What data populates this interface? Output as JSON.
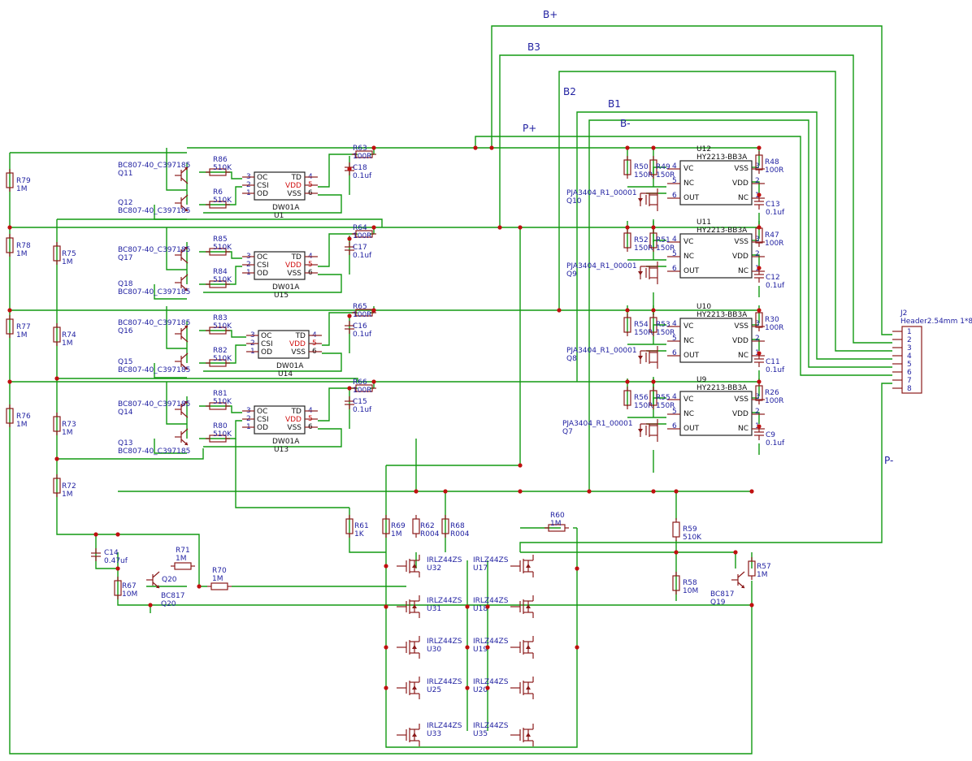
{
  "nets": [
    {
      "id": "bplus",
      "label": "B+"
    },
    {
      "id": "b3",
      "label": "B3"
    },
    {
      "id": "b2",
      "label": "B2"
    },
    {
      "id": "b1",
      "label": "B1"
    },
    {
      "id": "bminus",
      "label": "B-"
    },
    {
      "id": "pplus",
      "label": "P+"
    },
    {
      "id": "pminus",
      "label": "P-"
    }
  ],
  "resistors": [
    {
      "ref": "R79",
      "val": "1M"
    },
    {
      "ref": "R78",
      "val": "1M"
    },
    {
      "ref": "R77",
      "val": "1M"
    },
    {
      "ref": "R76",
      "val": "1M"
    },
    {
      "ref": "R75",
      "val": "1M"
    },
    {
      "ref": "R74",
      "val": "1M"
    },
    {
      "ref": "R73",
      "val": "1M"
    },
    {
      "ref": "R72",
      "val": "1M"
    },
    {
      "ref": "R86",
      "val": "510K"
    },
    {
      "ref": "R6",
      "val": "510K"
    },
    {
      "ref": "R85",
      "val": "510K"
    },
    {
      "ref": "R84",
      "val": "510K"
    },
    {
      "ref": "R83",
      "val": "510K"
    },
    {
      "ref": "R82",
      "val": "510K"
    },
    {
      "ref": "R81",
      "val": "510K"
    },
    {
      "ref": "R80",
      "val": "510K"
    },
    {
      "ref": "R63",
      "val": "100R"
    },
    {
      "ref": "R64",
      "val": "100R"
    },
    {
      "ref": "R65",
      "val": "100R"
    },
    {
      "ref": "R66",
      "val": "100R"
    },
    {
      "ref": "R50",
      "val": "150R"
    },
    {
      "ref": "R49",
      "val": "150R"
    },
    {
      "ref": "R52",
      "val": "150R"
    },
    {
      "ref": "R51",
      "val": "150R"
    },
    {
      "ref": "R54",
      "val": "150R"
    },
    {
      "ref": "R53",
      "val": "150R"
    },
    {
      "ref": "R56",
      "val": "150R"
    },
    {
      "ref": "R55",
      "val": "150R"
    },
    {
      "ref": "R48",
      "val": "100R"
    },
    {
      "ref": "R47",
      "val": "100R"
    },
    {
      "ref": "R30",
      "val": "100R"
    },
    {
      "ref": "R26",
      "val": "100R"
    },
    {
      "ref": "R61",
      "val": "1K"
    },
    {
      "ref": "R69",
      "val": "1M"
    },
    {
      "ref": "R62",
      "val": "R004"
    },
    {
      "ref": "R68",
      "val": "R004"
    },
    {
      "ref": "R60",
      "val": "1M"
    },
    {
      "ref": "R59",
      "val": "510K"
    },
    {
      "ref": "R58",
      "val": "10M"
    },
    {
      "ref": "R57",
      "val": "1M"
    },
    {
      "ref": "R71",
      "val": "1M"
    },
    {
      "ref": "R70",
      "val": "1M"
    },
    {
      "ref": "R67",
      "val": "10M"
    }
  ],
  "capacitors": [
    {
      "ref": "C18",
      "val": "0.1uf"
    },
    {
      "ref": "C17",
      "val": "0.1uf"
    },
    {
      "ref": "C16",
      "val": "0.1uf"
    },
    {
      "ref": "C15",
      "val": "0.1uf"
    },
    {
      "ref": "C13",
      "val": "0.1uf"
    },
    {
      "ref": "C12",
      "val": "0.1uf"
    },
    {
      "ref": "C11",
      "val": "0.1uf"
    },
    {
      "ref": "C9",
      "val": "0.1uf"
    },
    {
      "ref": "C14",
      "val": "0.47uf"
    }
  ],
  "bjts": [
    {
      "ref": "Q11",
      "val": "BC807-40_C397185"
    },
    {
      "ref": "Q12",
      "val": "BC807-40_C397185"
    },
    {
      "ref": "Q17",
      "val": "BC807-40_C397185"
    },
    {
      "ref": "Q18",
      "val": "BC807-40_C397185"
    },
    {
      "ref": "Q16",
      "val": "BC807-40_C397185"
    },
    {
      "ref": "Q15",
      "val": "BC807-40_C397185"
    },
    {
      "ref": "Q14",
      "val": "BC807-40_C397185"
    },
    {
      "ref": "Q13",
      "val": "BC807-40_C397185"
    },
    {
      "ref": "Q20",
      "val": "BC817"
    },
    {
      "ref": "Q19",
      "val": "BC817"
    }
  ],
  "dw01": [
    {
      "ref": "U1",
      "val": "DW01A"
    },
    {
      "ref": "U15",
      "val": "DW01A"
    },
    {
      "ref": "U14",
      "val": "DW01A"
    },
    {
      "ref": "U13",
      "val": "DW01A"
    }
  ],
  "dw01_pins": {
    "oc": "OC",
    "csi": "CSI",
    "od": "OD",
    "td": "TD",
    "vdd": "VDD",
    "vss": "VSS",
    "n_oc": "3",
    "n_csi": "2",
    "n_od": "1",
    "n_td": "4",
    "n_vdd": "5",
    "n_vss": "6"
  },
  "hy": [
    {
      "ref": "U12",
      "val": "HY2213-BB3A"
    },
    {
      "ref": "U11",
      "val": "HY2213-BB3A"
    },
    {
      "ref": "U10",
      "val": "HY2213-BB3A"
    },
    {
      "ref": "U9",
      "val": "HY2213-BB3A"
    }
  ],
  "hy_pins": {
    "vc": "VC",
    "nc": "NC",
    "out": "OUT",
    "vss": "VSS",
    "vdd": "VDD",
    "n_vc": "4",
    "n_nc5": "5",
    "n_out": "6",
    "n_vss": "3",
    "n_vdd": "2",
    "n_nc1": "1"
  },
  "pmos": [
    {
      "ref": "Q10",
      "val": "PJA3404_R1_00001"
    },
    {
      "ref": "Q9",
      "val": "PJA3404_R1_00001"
    },
    {
      "ref": "Q8",
      "val": "PJA3404_R1_00001"
    },
    {
      "ref": "Q7",
      "val": "PJA3404_R1_00001"
    }
  ],
  "mosfets": [
    {
      "ref": "U32",
      "val": "IRLZ44ZS"
    },
    {
      "ref": "U31",
      "val": "IRLZ44ZS"
    },
    {
      "ref": "U30",
      "val": "IRLZ44ZS"
    },
    {
      "ref": "U25",
      "val": "IRLZ44ZS"
    },
    {
      "ref": "U33",
      "val": "IRLZ44ZS"
    },
    {
      "ref": "U17",
      "val": "IRLZ44ZS"
    },
    {
      "ref": "U18",
      "val": "IRLZ44ZS"
    },
    {
      "ref": "U19",
      "val": "IRLZ44ZS"
    },
    {
      "ref": "U20",
      "val": "IRLZ44ZS"
    },
    {
      "ref": "U35",
      "val": "IRLZ44ZS"
    }
  ],
  "header": {
    "ref": "J2",
    "val": "Header2.54mm 1*8P",
    "pins": [
      "1",
      "2",
      "3",
      "4",
      "5",
      "6",
      "7",
      "8"
    ]
  },
  "colors": {
    "wire": "#129a12",
    "part": "#8b1a1a",
    "label": "#1e1ea0",
    "junction": "#c01010",
    "power_pin": "#d01010"
  }
}
